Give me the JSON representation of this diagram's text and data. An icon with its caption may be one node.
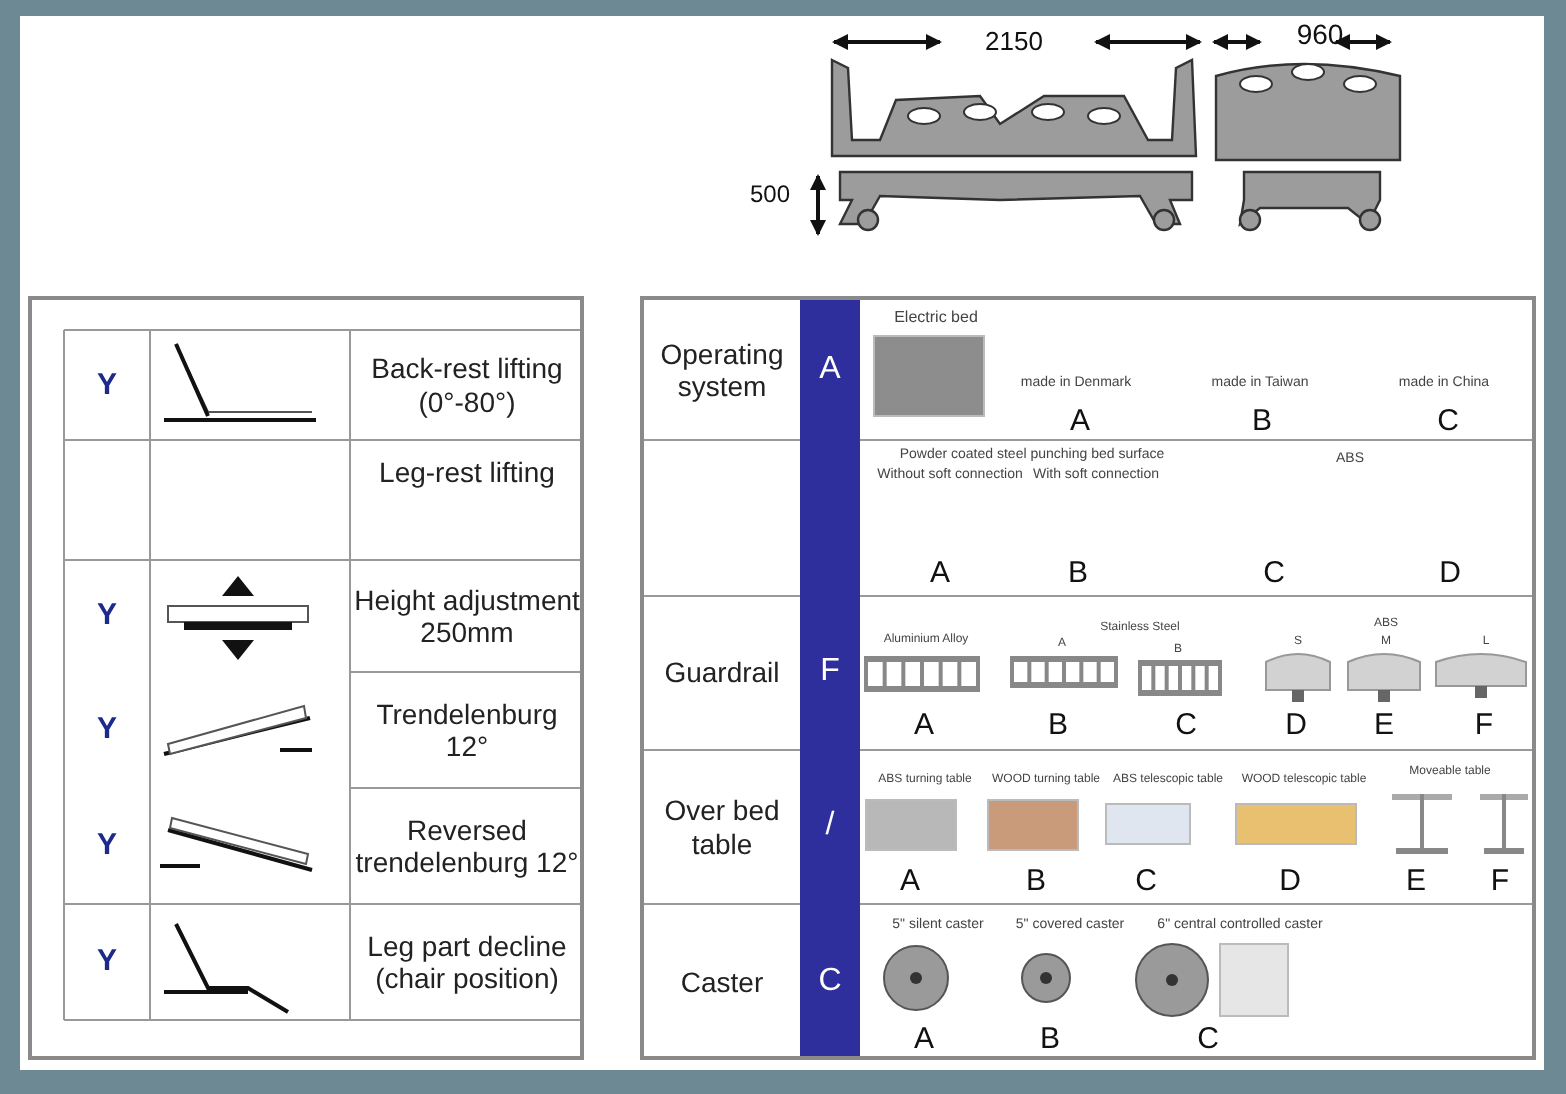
{
  "diagram": {
    "labels": [
      "2150",
      "960",
      "500",
      "Y",
      "Back-rest lifting (0°-80°)",
      "Leg-rest lifting",
      "Y",
      "Height adjustment 250mm",
      "Y",
      "Trendelenburg 12°",
      "Y",
      "Reversed trendelenburg 12°",
      "Y",
      "Leg part decline (chair position)",
      "Operating system",
      "A",
      "Electric bed",
      "made in Denmark",
      "A",
      "made in Taiwan",
      "B",
      "made in China",
      "C",
      "Powder coated steel punching bed surface",
      "Without soft connection",
      "With soft connection",
      "ABS",
      "A",
      "B",
      "C",
      "D",
      "Guardrail",
      "F",
      "Aluminium Alloy",
      "Stainless Steel",
      "A",
      "B",
      "S",
      "ABS",
      "M",
      "L",
      "A",
      "B",
      "C",
      "D",
      "E",
      "F",
      "Over bed table",
      "/",
      "ABS turning table",
      "WOOD turning table",
      "ABS telescopic table",
      "WOOD telescopic table",
      "Moveable table",
      "A",
      "B",
      "C",
      "D",
      "E",
      "F",
      "Caster",
      "C",
      "5\" silent caster",
      "5\" covered caster",
      "6\" central controlled caster",
      "A",
      "B",
      "C"
    ]
  }
}
